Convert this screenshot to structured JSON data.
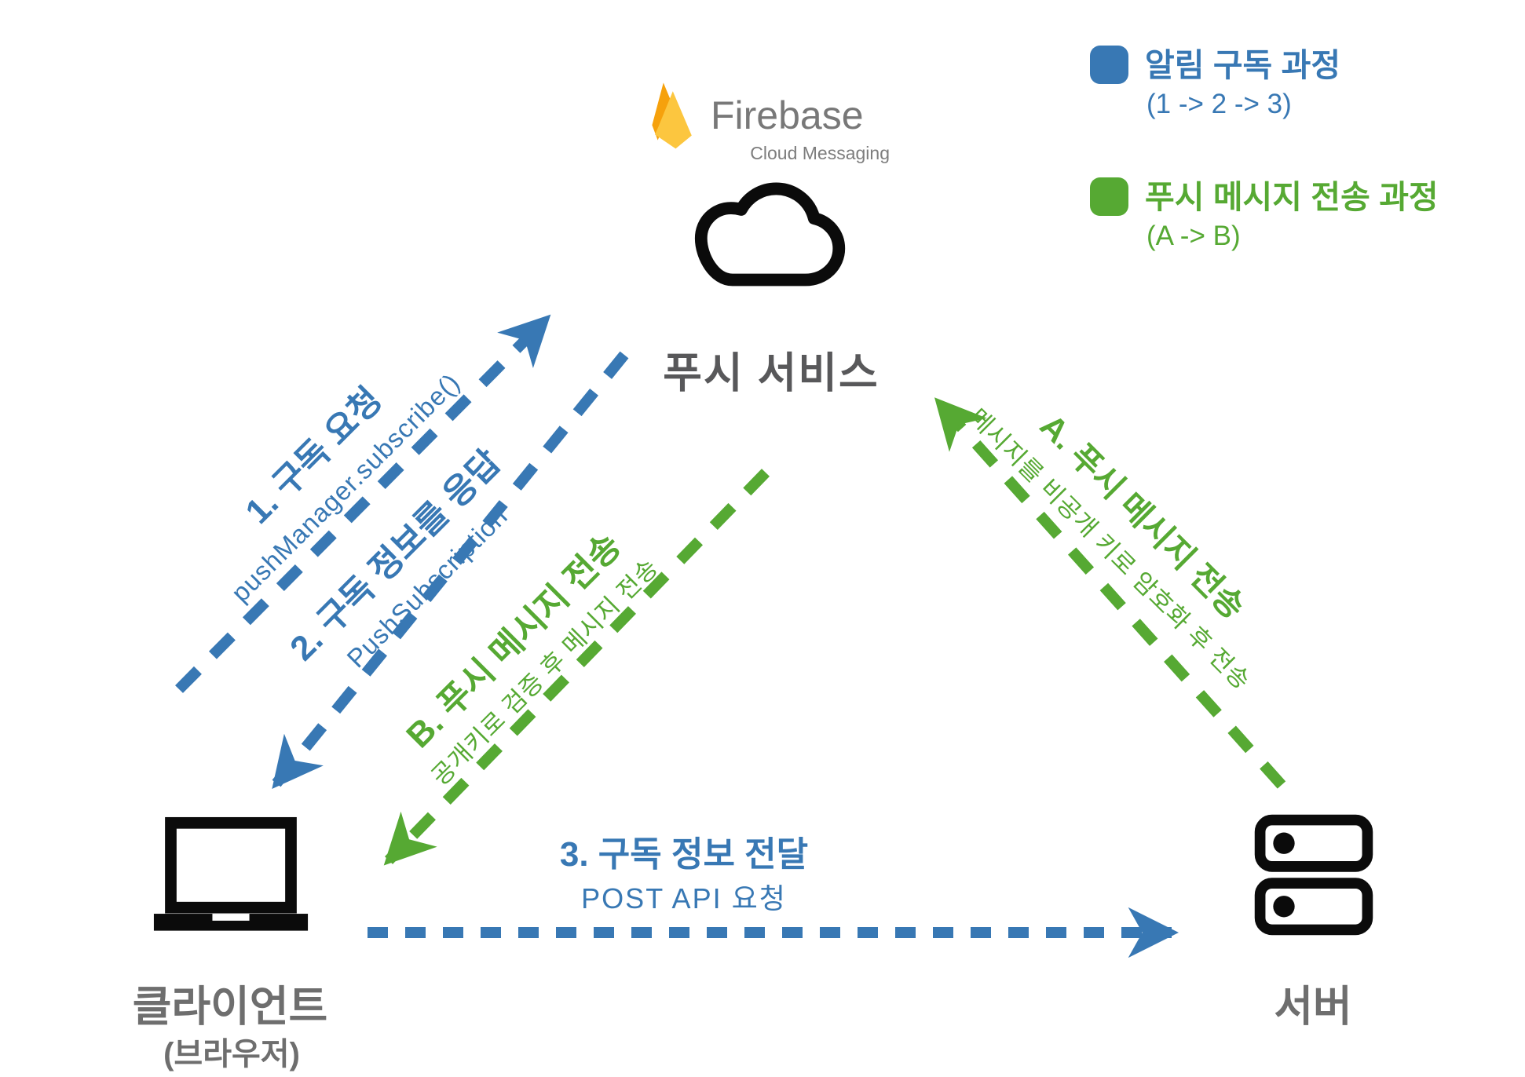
{
  "header": {
    "firebase_wordmark": "Firebase",
    "firebase_subtitle": "Cloud Messaging"
  },
  "push_service": {
    "label": "푸시 서비스"
  },
  "legend": {
    "items": [
      {
        "label": "알림 구독 과정",
        "sequence": "(1 -> 2 -> 3)",
        "color": "#3878b4"
      },
      {
        "label": "푸시 메시지 전송 과정",
        "sequence": "(A -> B)",
        "color": "#56a933"
      }
    ]
  },
  "nodes": {
    "client": {
      "label": "클라이언트",
      "sublabel": "(브라우저)"
    },
    "server": {
      "label": "서버"
    }
  },
  "arrows": {
    "step1": {
      "title": "1. 구독 요청",
      "subtitle": "pushManager.subscribe()",
      "color": "#3878b4"
    },
    "step2": {
      "title": "2. 구독 정보를 응답",
      "subtitle": "PushSubscription",
      "color": "#3878b4"
    },
    "step3": {
      "title": "3. 구독 정보 전달",
      "subtitle": "POST API 요청",
      "color": "#3878b4"
    },
    "stepA": {
      "title": "A. 푸시 메시지 전송",
      "subtitle": "메시지를 비공개 키로 암호화 후 전송",
      "color": "#56a933"
    },
    "stepB": {
      "title": "B. 푸시 메시지 전송",
      "subtitle": "공개키로 검증 후 메시지 전송",
      "color": "#56a933"
    }
  },
  "icons": {
    "flame": "firebase-flame-icon",
    "cloud": "push-service-cloud-icon",
    "laptop": "client-laptop-icon",
    "server": "server-rack-icon"
  }
}
